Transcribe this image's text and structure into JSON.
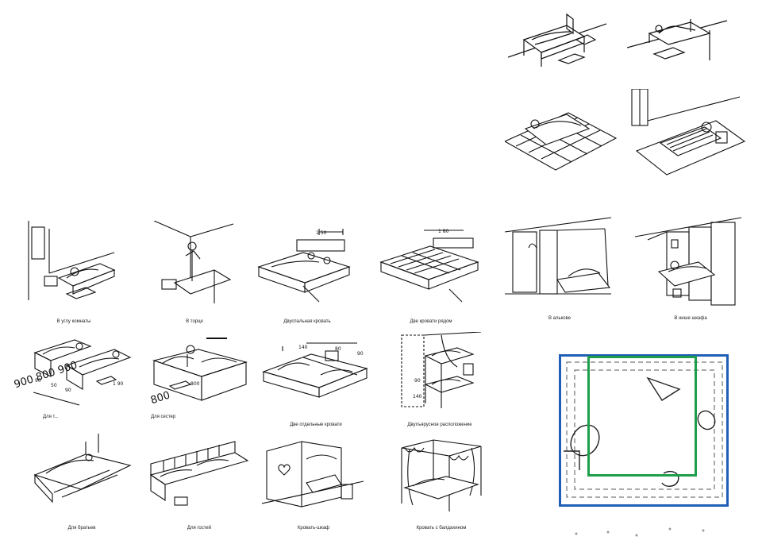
{
  "captions": {
    "corner": "В углу комнаты",
    "end": "В торце",
    "double": "Двуспальная кровать",
    "side_by_side": "Две кровати рядом",
    "alcove": "В алькове",
    "wardrobe_niche": "В нише шкафа",
    "brothers_small": "Для т...",
    "sisters": "Для сестер",
    "separate": "Две отдельные кровати",
    "bunk": "Двухъярусное расположение",
    "brothers": "Для братьев",
    "guests": "Для гостей",
    "cabinet_bed": "Кровать-шкаф",
    "canopy": "Кровать с балдахином"
  },
  "dimensions": {
    "d150": "1 50",
    "d180": "1 80",
    "d190": "1 90",
    "d90a": "90",
    "d50": "50",
    "d90b": "90",
    "d140": "140",
    "d80": "80",
    "d90c": "90",
    "d90d": "90",
    "d140b": "140",
    "d800a": "800",
    "handwritten_1": "900 800 900",
    "handwritten_2": "800"
  },
  "colors": {
    "outer_frame": "#1f5fb5",
    "inner_frame": "#1e9e4a"
  }
}
